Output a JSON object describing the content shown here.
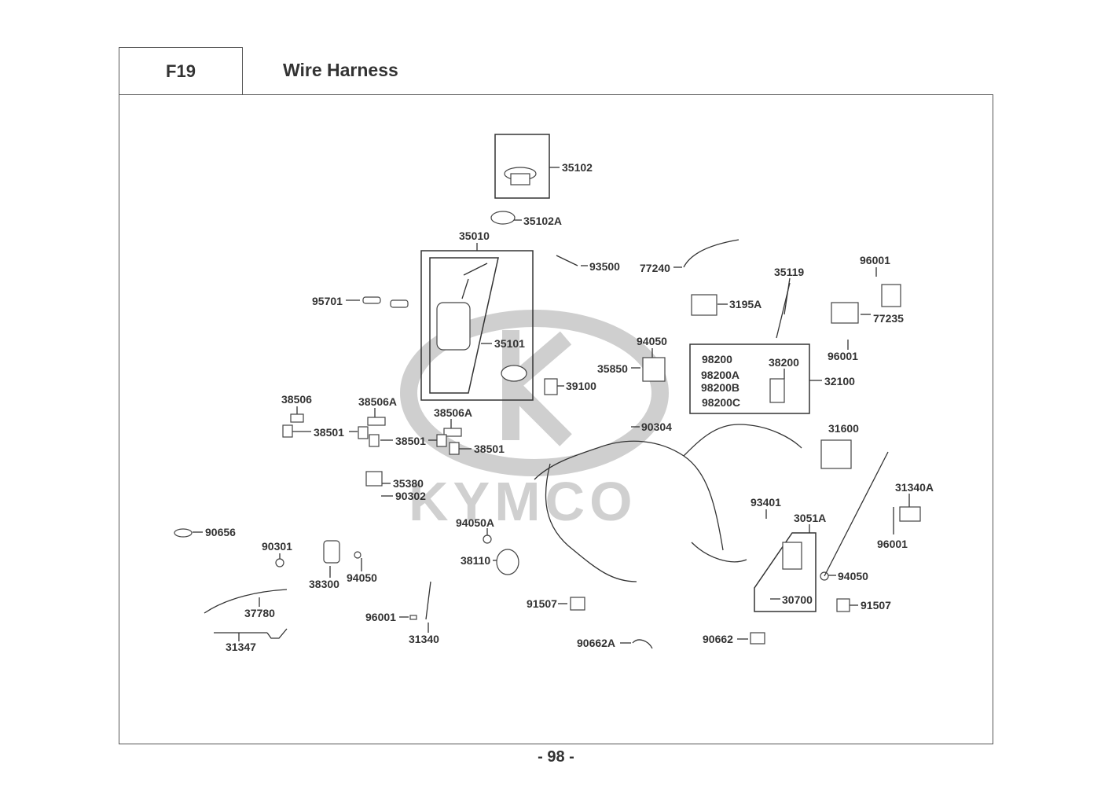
{
  "header": {
    "section_code": "F19",
    "title": "Wire Harness"
  },
  "footer": {
    "page_number": "- 98 -"
  },
  "watermark": {
    "brand": "KYMCO"
  },
  "parts": [
    {
      "id": "p35102",
      "label": "35102"
    },
    {
      "id": "p35102A",
      "label": "35102A"
    },
    {
      "id": "p35010",
      "label": "35010"
    },
    {
      "id": "p35101",
      "label": "35101"
    },
    {
      "id": "p95701",
      "label": "95701"
    },
    {
      "id": "p93500",
      "label": "93500"
    },
    {
      "id": "p77240",
      "label": "77240"
    },
    {
      "id": "p35119",
      "label": "35119"
    },
    {
      "id": "p96001a",
      "label": "96001"
    },
    {
      "id": "p77235",
      "label": "77235"
    },
    {
      "id": "p96001b",
      "label": "96001"
    },
    {
      "id": "p3195A",
      "label": "3195A"
    },
    {
      "id": "p94050a",
      "label": "94050"
    },
    {
      "id": "p35850",
      "label": "35850"
    },
    {
      "id": "p39100",
      "label": "39100"
    },
    {
      "id": "p98200",
      "label": "98200"
    },
    {
      "id": "p98200A",
      "label": "98200A"
    },
    {
      "id": "p98200B",
      "label": "98200B"
    },
    {
      "id": "p98200C",
      "label": "98200C"
    },
    {
      "id": "p38200",
      "label": "38200"
    },
    {
      "id": "p32100",
      "label": "32100"
    },
    {
      "id": "p38506",
      "label": "38506"
    },
    {
      "id": "p38506A1",
      "label": "38506A"
    },
    {
      "id": "p38506A2",
      "label": "38506A"
    },
    {
      "id": "p38501a",
      "label": "38501"
    },
    {
      "id": "p38501b",
      "label": "38501"
    },
    {
      "id": "p38501c",
      "label": "38501"
    },
    {
      "id": "p90304",
      "label": "90304"
    },
    {
      "id": "p31600",
      "label": "31600"
    },
    {
      "id": "p35380",
      "label": "35380"
    },
    {
      "id": "p90302",
      "label": "90302"
    },
    {
      "id": "p31340A",
      "label": "31340A"
    },
    {
      "id": "p93401",
      "label": "93401"
    },
    {
      "id": "p3051A",
      "label": "3051A"
    },
    {
      "id": "p96001c",
      "label": "96001"
    },
    {
      "id": "p90656",
      "label": "90656"
    },
    {
      "id": "p94050A",
      "label": "94050A"
    },
    {
      "id": "p90301",
      "label": "90301"
    },
    {
      "id": "p38110",
      "label": "38110"
    },
    {
      "id": "p38300",
      "label": "38300"
    },
    {
      "id": "p94050b",
      "label": "94050"
    },
    {
      "id": "p94050c",
      "label": "94050"
    },
    {
      "id": "p30700",
      "label": "30700"
    },
    {
      "id": "p37780",
      "label": "37780"
    },
    {
      "id": "p91507a",
      "label": "91507"
    },
    {
      "id": "p91507b",
      "label": "91507"
    },
    {
      "id": "p96001d",
      "label": "96001"
    },
    {
      "id": "p31340",
      "label": "31340"
    },
    {
      "id": "p31347",
      "label": "31347"
    },
    {
      "id": "p90662A",
      "label": "90662A"
    },
    {
      "id": "p90662",
      "label": "90662"
    }
  ]
}
